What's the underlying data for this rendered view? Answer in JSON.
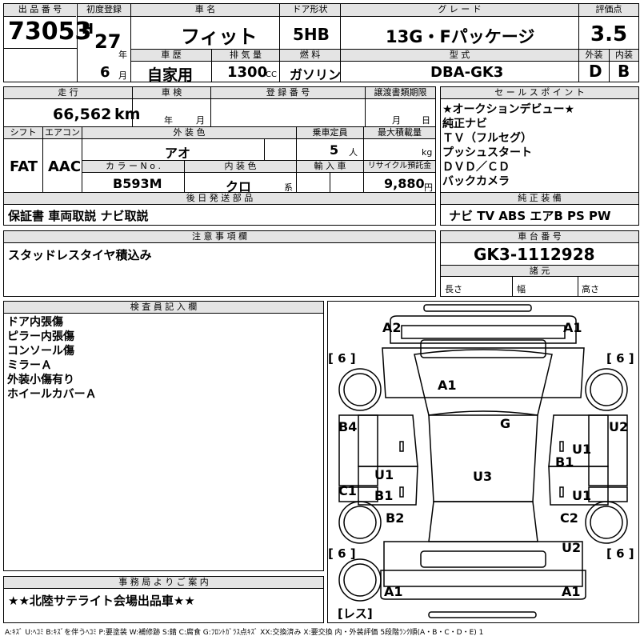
{
  "lot": {
    "label": "出 品 番 号",
    "value": "73053"
  },
  "first_reg": {
    "label": "初度登録",
    "era": "H",
    "year": "27",
    "year_unit": "年",
    "month": "6",
    "month_unit": "月"
  },
  "car_name": {
    "label": "車 名",
    "value": "フィット"
  },
  "door": {
    "label": "ドア形状",
    "value": "5HB"
  },
  "grade": {
    "label": "グ レ ー ド",
    "value": "13G・Fパッケージ"
  },
  "score": {
    "label": "評価点",
    "value": "3.5",
    "ext_label": "外装",
    "int_label": "内装",
    "ext": "D",
    "int": "B"
  },
  "history": {
    "label": "車 歴",
    "value": "自家用"
  },
  "displacement": {
    "label": "排 気 量",
    "value": "1300",
    "unit": "CC"
  },
  "fuel": {
    "label": "燃 料",
    "value": "ガソリン"
  },
  "model": {
    "label": "型 式",
    "value": "DBA-GK3"
  },
  "mileage": {
    "label": "走 行",
    "value": "66,562",
    "unit": "km"
  },
  "inspection": {
    "label": "車 検",
    "year_unit": "年",
    "month_unit": "月"
  },
  "reg_no": {
    "label": "登 録 番 号"
  },
  "transfer": {
    "label": "譲渡書類期限",
    "month_unit": "月",
    "day_unit": "日"
  },
  "shift": {
    "label": "シフト",
    "value": "FAT"
  },
  "ac": {
    "label": "エアコン",
    "value": "AAC"
  },
  "ext_color": {
    "label": "外 装 色",
    "value": "アオ"
  },
  "capacity": {
    "label": "乗車定員",
    "value": "5",
    "unit": "人"
  },
  "load": {
    "label": "最大積載量",
    "unit": "kg"
  },
  "color_no": {
    "label": "カ ラ ー N o .",
    "value": "B593M"
  },
  "int_color": {
    "label": "内 装 色",
    "value": "クロ",
    "unit": "系"
  },
  "import": {
    "label": "輸 入 車"
  },
  "recycle": {
    "label": "リサイクル預託金",
    "value": "9,880",
    "unit": "円"
  },
  "later_parts": {
    "label": "後 日 発 送 部 品",
    "value": "保証書 車両取説 ナビ取説"
  },
  "sales_points": {
    "label": "セ ー ル ス ポ イ ン ト",
    "items": [
      "★オークションデビュー★",
      "純正ナビ",
      "ＴＶ（フルセグ）",
      "プッシュスタート",
      "ＤＶＤ／ＣＤ",
      "バックカメラ"
    ]
  },
  "genuine": {
    "label": "純 正 装 備",
    "value": "ナビ TV ABS エアB PS PW"
  },
  "notes": {
    "label": "注 意 事 項 欄",
    "value": "スタッドレスタイヤ積込み"
  },
  "chassis": {
    "label": "車 台 番 号",
    "value": "GK3-1112928"
  },
  "specs": {
    "label": "諸 元",
    "length": "長さ",
    "width": "幅",
    "height": "高さ"
  },
  "inspector": {
    "label": "検 査 員 記 入 欄",
    "items": [
      "ドア内張傷",
      "ピラー内張傷",
      "コンソール傷",
      "ミラーＡ",
      "外装小傷有り",
      "ホイールカバーＡ"
    ]
  },
  "office": {
    "label": "事 務 局 よ り ご 案 内",
    "value": "★★北陸サテライト会場出品車★★"
  },
  "diagram": {
    "marks": {
      "a2": "A2",
      "a1_fl": "A1",
      "a1_hood": "A1",
      "g": "G",
      "b4": "B4",
      "u2_r": "U2",
      "u1_r1": "U1",
      "b1_r": "B1",
      "u1_l": "U1",
      "b1_l": "B1",
      "u3": "U3",
      "c1": "C1",
      "u1_r2": "U1",
      "b2": "B2",
      "c2": "C2",
      "u2_br": "U2",
      "a1_bl": "A1",
      "a1_br": "A1"
    },
    "tires": {
      "tl": "[ 6 ]",
      "tr": "[ 6 ]",
      "bl": "[ 6 ]",
      "br": "[ 6 ]"
    },
    "spare": "[レス]"
  },
  "legend": "A:ｷｽﾞ U:ﾍｺﾐ B:ｷｽﾞを伴うﾍｺﾐ P:要塗装 W:補修跡 S:錆 C:腐食 G:ﾌﾛﾝﾄｶﾞﾗｽ点ｷｽﾞ XX:交換済み X:要交換 内・外装評価 5段階ﾗﾝｸ順(A・B・C・D・E) 1"
}
